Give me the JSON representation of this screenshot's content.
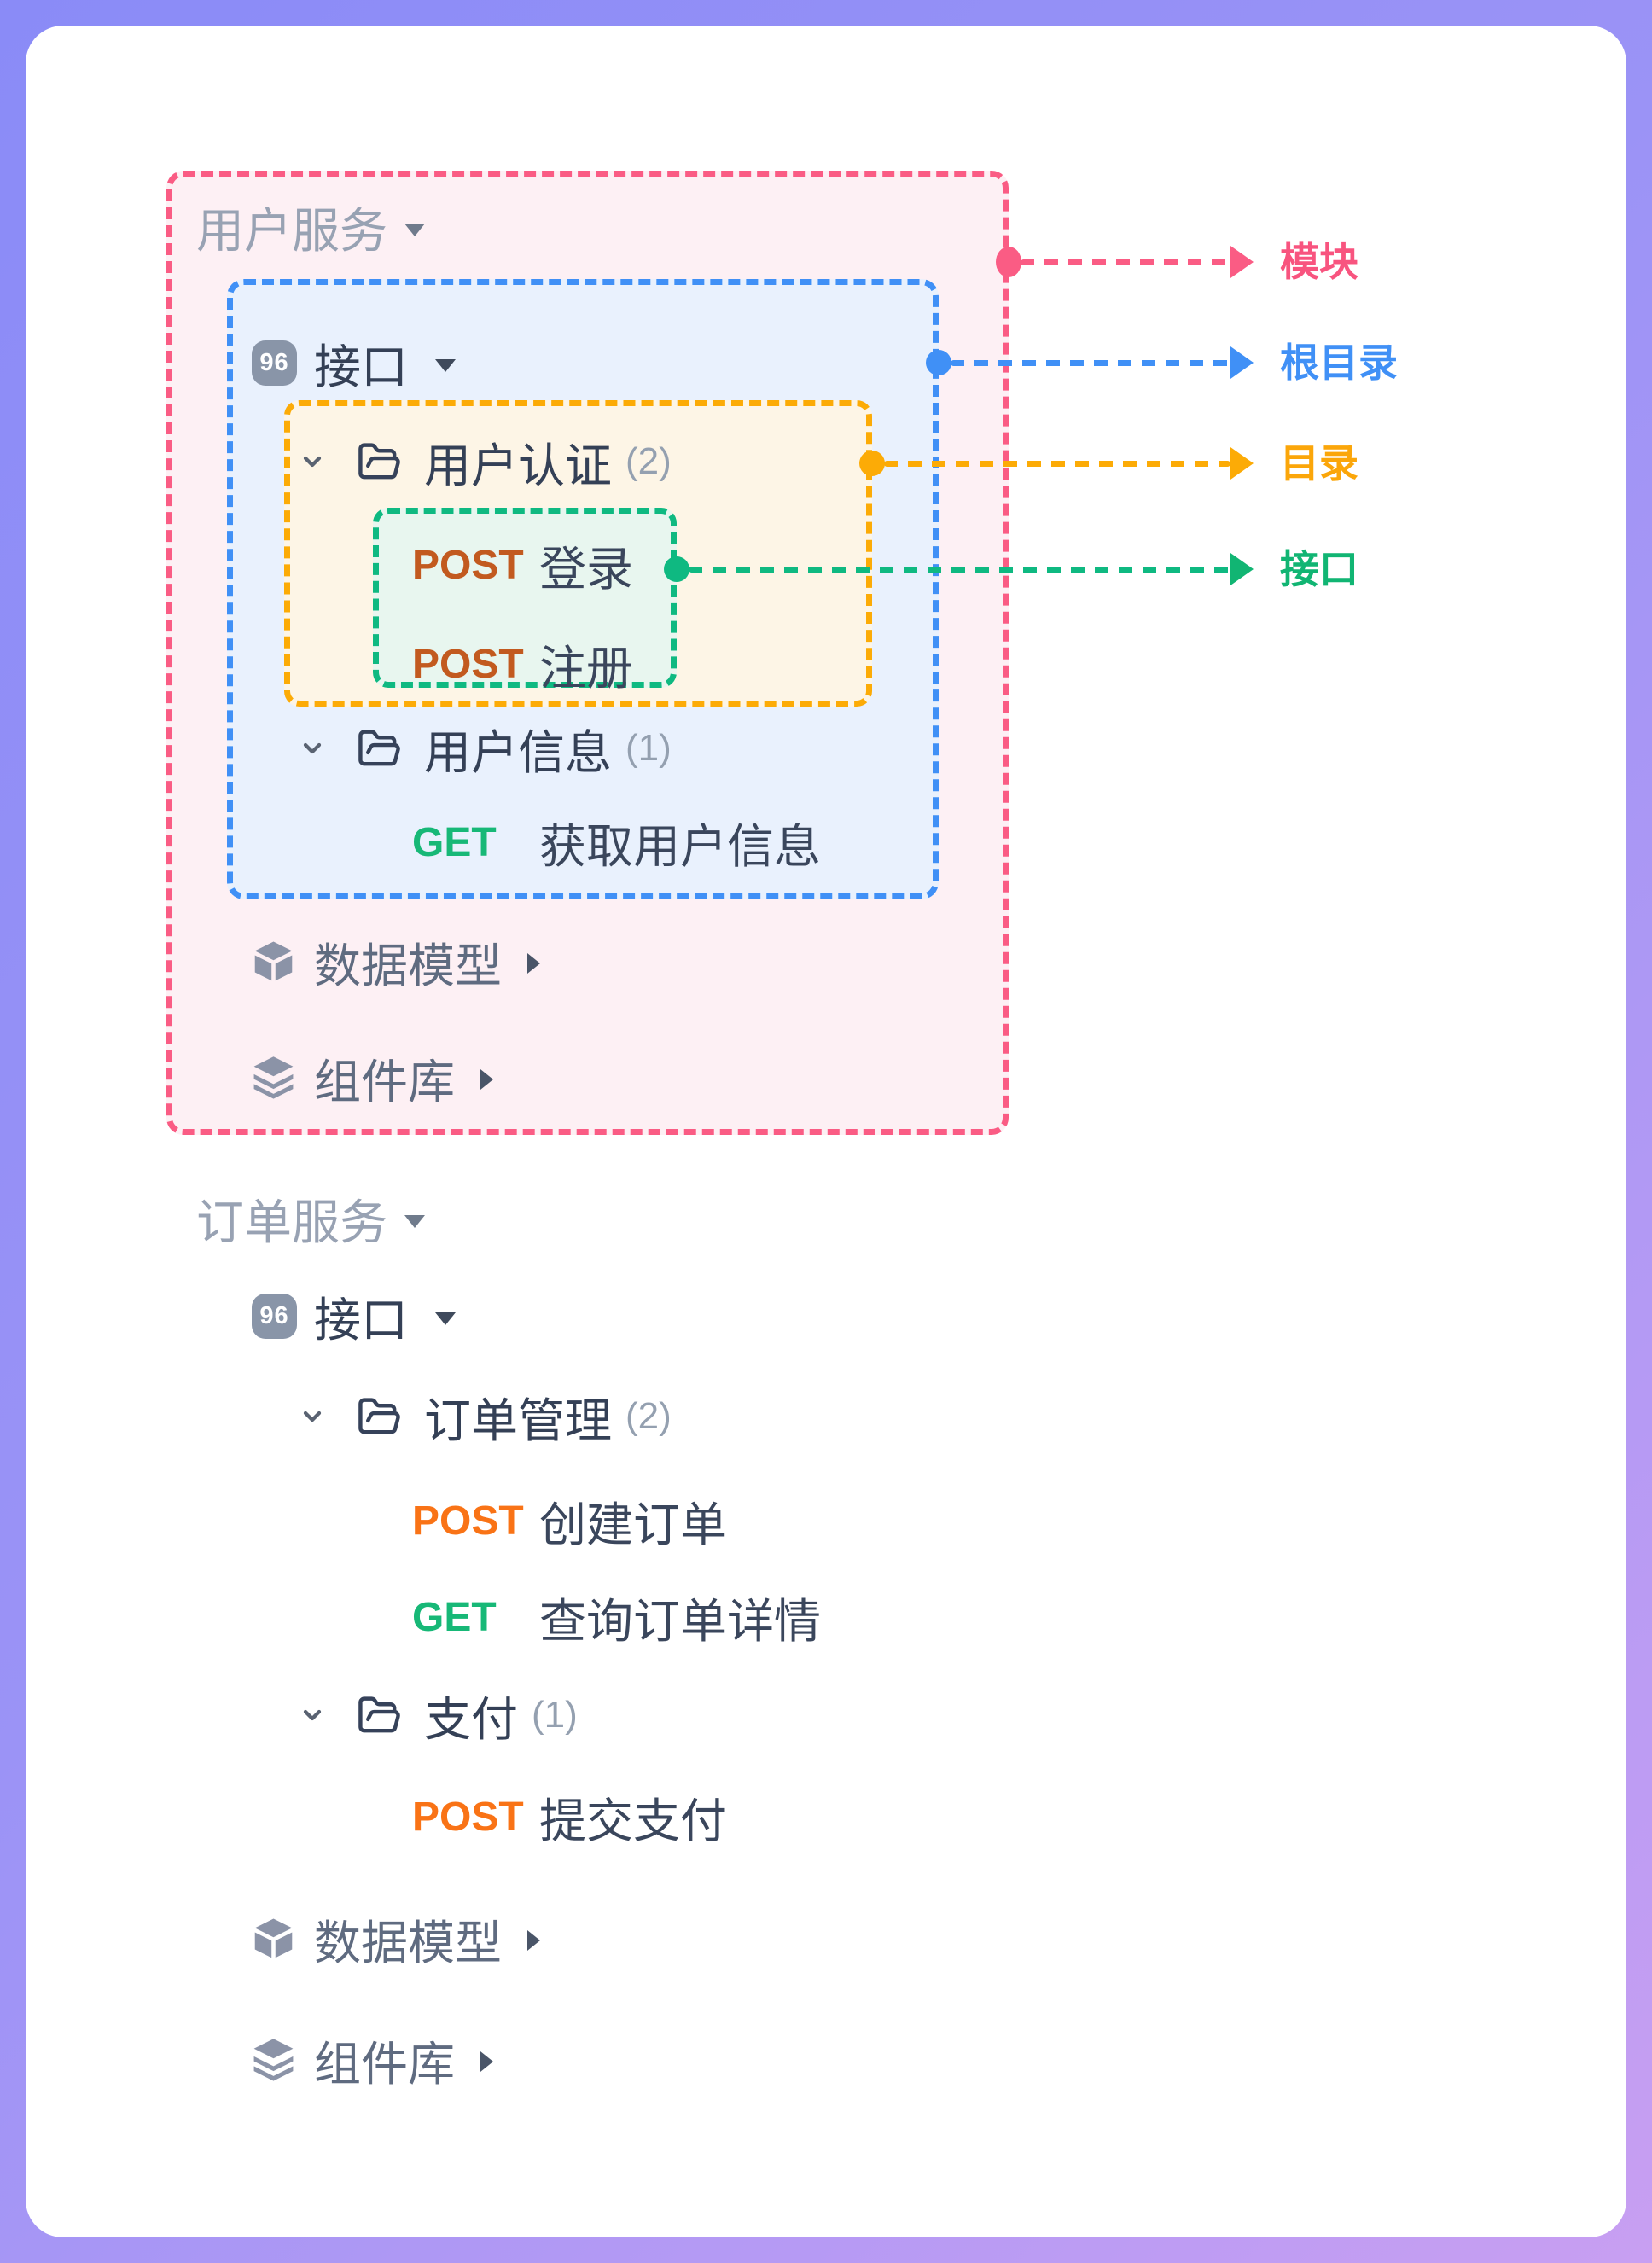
{
  "colors": {
    "frame_gradient_start": "#8a8bf7",
    "frame_gradient_end": "#c89ff2",
    "module_pink": "#fa5c84",
    "root_directory_blue": "#4090f6",
    "directory_orange": "#fcab06",
    "interface_green": "#0fb981",
    "post_orange": "#f97316",
    "post_dark_orange": "#c25a1f",
    "get_green": "#17b877"
  },
  "icons": {
    "api_glyph": "96"
  },
  "legend": {
    "module": {
      "label": "模块"
    },
    "root_directory": {
      "label": "根目录"
    },
    "directory": {
      "label": "目录"
    },
    "interface": {
      "label": "接口"
    }
  },
  "user_service": {
    "name": "用户服务",
    "api_group_label": "接口",
    "auth_folder": {
      "name": "用户认证",
      "count": "(2)"
    },
    "ep_login": {
      "method": "POST",
      "name": "登录"
    },
    "ep_register": {
      "method": "POST",
      "name": "注册"
    },
    "info_folder": {
      "name": "用户信息",
      "count": "(1)"
    },
    "ep_get_info": {
      "method": "GET",
      "name": "获取用户信息"
    },
    "models_label": "数据模型",
    "components_label": "组件库"
  },
  "order_service": {
    "name": "订单服务",
    "api_group_label": "接口",
    "orders_folder": {
      "name": "订单管理",
      "count": "(2)"
    },
    "ep_create": {
      "method": "POST",
      "name": "创建订单"
    },
    "ep_query": {
      "method": "GET",
      "name": "查询订单详情"
    },
    "pay_folder": {
      "name": "支付",
      "count": "(1)"
    },
    "ep_submit": {
      "method": "POST",
      "name": "提交支付"
    },
    "models_label": "数据模型",
    "components_label": "组件库"
  }
}
